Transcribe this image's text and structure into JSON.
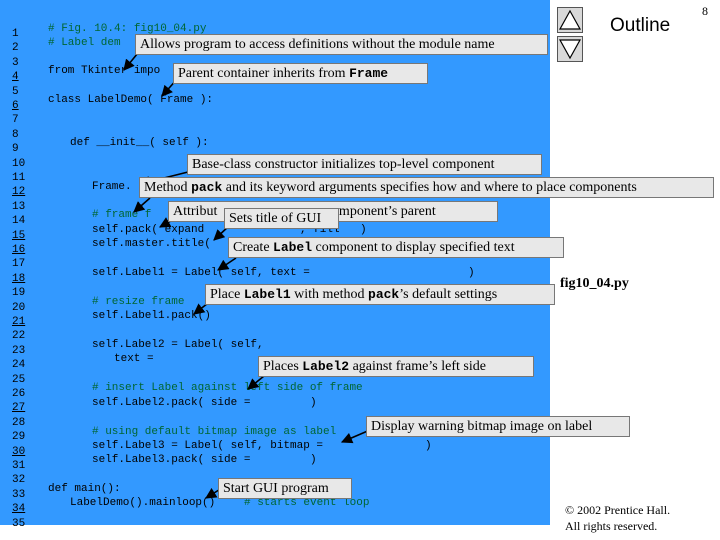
{
  "page_number": "8",
  "outline_label": "Outline",
  "nav": {
    "up_icon": "triangle-up-icon",
    "down_icon": "triangle-down-icon"
  },
  "filename": "fig10_04.py",
  "copyright": {
    "line1": "© 2002 Prentice Hall.",
    "line2": "All rights reserved."
  },
  "line_numbers": [
    {
      "n": "1",
      "u": false
    },
    {
      "n": "2",
      "u": false
    },
    {
      "n": "3",
      "u": false
    },
    {
      "n": "4",
      "u": true
    },
    {
      "n": "5",
      "u": false
    },
    {
      "n": "6",
      "u": true
    },
    {
      "n": "7",
      "u": false
    },
    {
      "n": "8",
      "u": false
    },
    {
      "n": "9",
      "u": false
    },
    {
      "n": "10",
      "u": false
    },
    {
      "n": "11",
      "u": false
    },
    {
      "n": "12",
      "u": true
    },
    {
      "n": "13",
      "u": false
    },
    {
      "n": "14",
      "u": false
    },
    {
      "n": "15",
      "u": true
    },
    {
      "n": "16",
      "u": true
    },
    {
      "n": "17",
      "u": false
    },
    {
      "n": "18",
      "u": true
    },
    {
      "n": "19",
      "u": false
    },
    {
      "n": "20",
      "u": false
    },
    {
      "n": "21",
      "u": true
    },
    {
      "n": "22",
      "u": false
    },
    {
      "n": "23",
      "u": false
    },
    {
      "n": "24",
      "u": false
    },
    {
      "n": "25",
      "u": false
    },
    {
      "n": "26",
      "u": false
    },
    {
      "n": "27",
      "u": true
    },
    {
      "n": "28",
      "u": false
    },
    {
      "n": "29",
      "u": false
    },
    {
      "n": "30",
      "u": true
    },
    {
      "n": "31",
      "u": false
    },
    {
      "n": "32",
      "u": false
    },
    {
      "n": "33",
      "u": false
    },
    {
      "n": "34",
      "u": true
    },
    {
      "n": "35",
      "u": false
    }
  ],
  "code": {
    "l1": "# Fig. 10.4: fig10_04.py",
    "l2": "# Label dem",
    "l4": "from Tkinter impo",
    "l6": "class LabelDemo( Frame ):",
    "l9": "def __init__( self ):",
    "l12": "Frame.",
    "l14": "# frame f",
    "l15": "self.pack( expand",
    "l15b": ", fill",
    "l15c": ")",
    "l16": "self.master.title(",
    "l18": "self.Label1 = Label( self, text =",
    "l18b": ")",
    "l20": "# resize frame",
    "l21": "self.Label1.pack()",
    "l23": "self.Label2 = Label( self,",
    "l24": "text =",
    "l26": "# insert Label against left side of frame",
    "l27": "self.Label2.pack( side =",
    "l27b": ")",
    "l29": "# using default bitmap image as label",
    "l30": "self.Label3 = Label( self, bitmap =",
    "l30b": ")",
    "l31": "self.Label3.pack( side =",
    "l31b": ")",
    "l33": "def main():",
    "l34": "LabelDemo().mainloop()",
    "l34b": "# starts event loop"
  },
  "callouts": {
    "c1": "Allows program to access definitions without the module name",
    "c2_pre": "Parent container inherits from ",
    "c2_code": "Frame",
    "c3": "Base-class constructor initializes top-level component",
    "c4_pre": "Method ",
    "c4_code": "pack",
    "c4_post": " and its keyword arguments specifies how and where to place components",
    "c5a": "Attribut",
    "c5b": "ces component’s parent",
    "c6": "Sets title of GUI",
    "c7_pre": "Create ",
    "c7_code": "Label",
    "c7_post": " component to display specified text",
    "c8_pre": "Place ",
    "c8_code": "Label1",
    "c8_mid": " with method ",
    "c8_code2": "pack",
    "c8_post": "’s default settings",
    "c9_pre": "Places ",
    "c9_code": "Label2",
    "c9_post": " against frame’s left side",
    "c10": "Display warning bitmap image on label",
    "c11": "Start GUI program"
  }
}
